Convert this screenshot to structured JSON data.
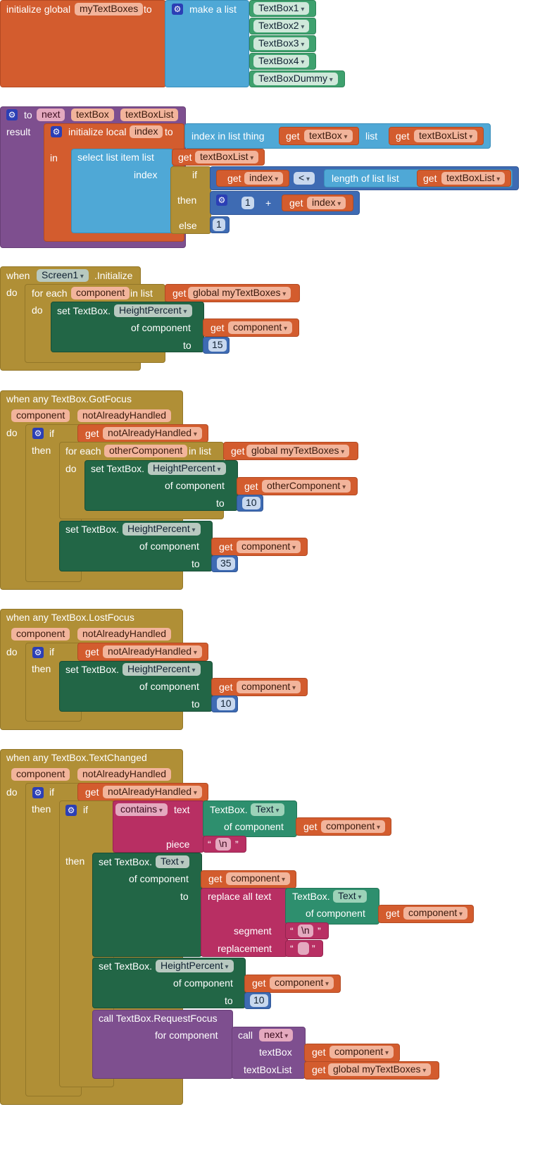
{
  "colors": {
    "variables": "#D35C2E",
    "lists": "#4FA8D6",
    "procedures": "#7E4F8F",
    "control": "#B08F36",
    "component_setter": "#226646",
    "component_getter": "#3EA16E",
    "text": "#B82F63",
    "math": "#3E6BB3"
  },
  "blocks": {
    "b1": {
      "init": "initialize global",
      "var": "myTextBoxes",
      "to": "to",
      "make_list": "make a list",
      "items": [
        "TextBox1",
        "TextBox2",
        "TextBox3",
        "TextBox4",
        "TextBoxDummy"
      ]
    },
    "b2": {
      "to": "to",
      "proc": "next",
      "param1": "textBox",
      "param2": "textBoxList",
      "result": "result",
      "init_local": "initialize local",
      "local_var": "index",
      "to2": "to",
      "in": "in",
      "index_in_list": "index in list  thing",
      "get": "get",
      "textBox": "textBox",
      "list": "list",
      "textBoxList": "textBoxList",
      "select": "select list item  list",
      "index_label": "index",
      "if": "if",
      "lt": "<",
      "length_of_list": "length of list  list",
      "then": "then",
      "plus": "+",
      "one": "1",
      "else": "else",
      "one_b": "1"
    },
    "b3": {
      "when": "when",
      "component": "Screen1",
      "event": ".Initialize",
      "do": "do",
      "for_each": "for each",
      "item": "component",
      "in_list": "in list",
      "get": "get",
      "global_var": "global myTextBoxes",
      "do2": "do",
      "set": "set TextBox.",
      "prop": "HeightPercent",
      "of_component": "of component",
      "comp_var": "component",
      "to": "to",
      "value": "15"
    },
    "b4": {
      "event": "when any TextBox.GotFocus",
      "p1": "component",
      "p2": "notAlreadyHandled",
      "do": "do",
      "if": "if",
      "get": "get",
      "cond": "notAlreadyHandled",
      "then": "then",
      "for_each": "for each",
      "item": "otherComponent",
      "in_list": "in list",
      "global_var": "global myTextBoxes",
      "do2": "do",
      "set": "set TextBox.",
      "prop": "HeightPercent",
      "of_component": "of component",
      "other": "otherComponent",
      "to": "to",
      "value1": "10",
      "set2": "set TextBox.",
      "prop2": "HeightPercent",
      "of_component2": "of component",
      "comp": "component",
      "to2": "to",
      "value2": "35"
    },
    "b5": {
      "event": "when any TextBox.LostFocus",
      "p1": "component",
      "p2": "notAlreadyHandled",
      "do": "do",
      "if": "if",
      "get": "get",
      "cond": "notAlreadyHandled",
      "then": "then",
      "set": "set TextBox.",
      "prop": "HeightPercent",
      "of_component": "of component",
      "comp": "component",
      "to": "to",
      "value": "10"
    },
    "b6": {
      "event": "when any TextBox.TextChanged",
      "p1": "component",
      "p2": "notAlreadyHandled",
      "do": "do",
      "if": "if",
      "get": "get",
      "cond": "notAlreadyHandled",
      "then": "then",
      "if2": "if",
      "contains": "contains",
      "text": "text",
      "tb_text": "TextBox.",
      "text_prop": "Text",
      "of_component": "of component",
      "comp": "component",
      "piece": "piece",
      "newline": "\\n",
      "then2": "then",
      "set_text": "set TextBox.",
      "text_prop2": "Text",
      "of_component2": "of component",
      "to": "to",
      "replace_all": "replace all text",
      "tb_text2": "TextBox.",
      "text_prop3": "Text",
      "of_component3": "of component",
      "segment": "segment",
      "newline2": "\\n",
      "replacement": "replacement",
      "set_hp": "set TextBox.",
      "hp_prop": "HeightPercent",
      "of_component4": "of component",
      "to2": "to",
      "value": "10",
      "call": "call TextBox.RequestFocus",
      "for_component": "for component",
      "call_next": "call",
      "next": "next",
      "textBox": "textBox",
      "textBoxList": "textBoxList",
      "global_var": "global myTextBoxes"
    }
  }
}
